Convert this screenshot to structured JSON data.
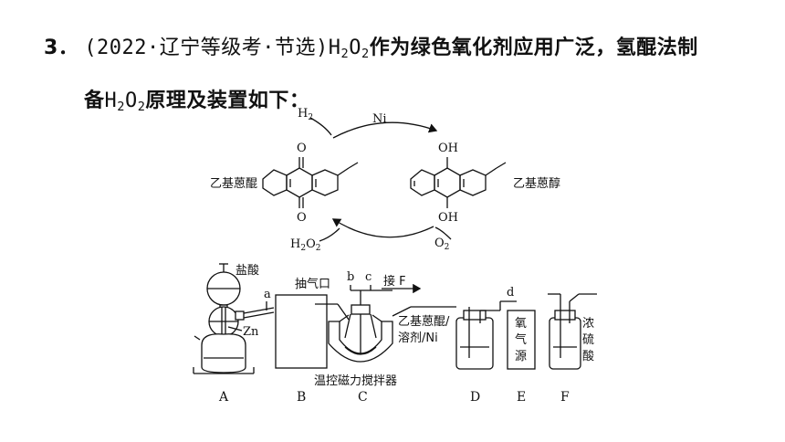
{
  "question": {
    "number": "3．",
    "source": "(2022·辽宁等级考·节选)",
    "h2o2_h": "H",
    "h2o2_o": "O",
    "sub2": "2",
    "line1_rest": "作为绿色氧化剂应用广泛，氢醌法制",
    "line2_prefix": "备",
    "line2_rest": "原理及装置如下："
  },
  "reaction": {
    "h2": "H",
    "h2_sub": "2",
    "catalyst": "Ni",
    "oxygen_label": "O",
    "oxygen_sub": "2",
    "product": "H",
    "product_o": "O",
    "left_compound": "乙基蒽醌",
    "right_compound": "乙基蒽醇",
    "o_top": "O",
    "o_bottom": "O",
    "oh_top": "OH",
    "oh_bottom": "OH"
  },
  "apparatus": {
    "hcl": "盐酸",
    "zn": "Zn",
    "valve_a": "a",
    "exhaust": "抽气口",
    "valve_b": "b",
    "valve_c": "c",
    "to_f": "接 F",
    "mix_line1": "乙基蒽醌/",
    "mix_line2": "溶剂/Ni",
    "stirrer": "温控磁力搅拌器",
    "valve_d": "d",
    "oxygen_source": [
      "氧",
      "气",
      "源"
    ],
    "acid": [
      "浓",
      "硫",
      "酸"
    ],
    "letters": [
      "A",
      "B",
      "C",
      "D",
      "E",
      "F"
    ]
  }
}
